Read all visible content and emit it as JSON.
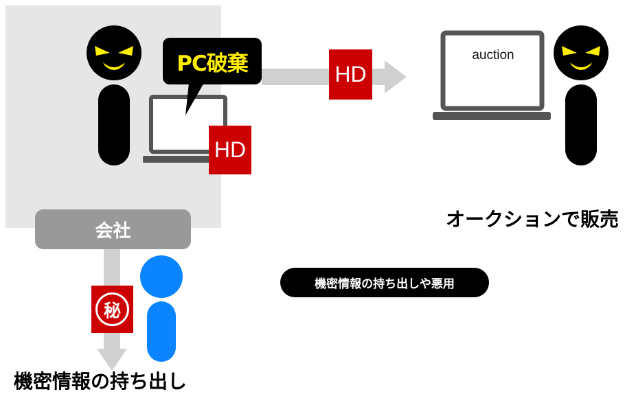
{
  "company": {
    "label": "会社"
  },
  "speech_bubble": {
    "text": "PC破棄"
  },
  "hd_labels": {
    "in_company": "HD",
    "on_arrow": "HD"
  },
  "auction_screen": {
    "text": "auction"
  },
  "captions": {
    "sale": "オークションで販売",
    "misuse": "機密情報の持ち出しや悪用",
    "leak": "機密情報の持ち出し"
  },
  "secret_mark": {
    "text": "秘"
  },
  "colors": {
    "company_bg": "#e6e6e6",
    "company_label_bg": "#999999",
    "hd_red": "#cc0000",
    "villain": "#000000",
    "villain_eyes": "#ffee00",
    "employee_blue": "#0a84ff",
    "laptop_gray": "#555555",
    "arrow_gray": "#d0d0d0",
    "speech_text": "#ffee00"
  },
  "icons": [
    "villain-figure-icon",
    "employee-figure-icon",
    "laptop-icon",
    "arrow-icon"
  ]
}
